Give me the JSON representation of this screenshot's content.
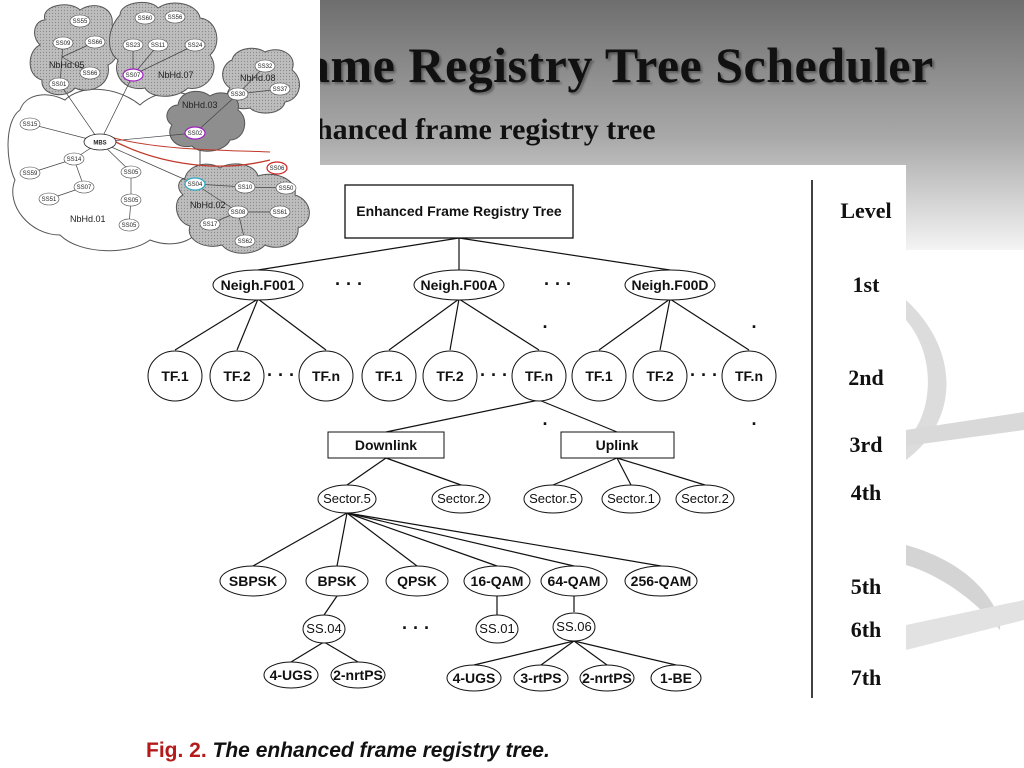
{
  "slide": {
    "title": "ame Registry Tree Scheduler",
    "subtitle": "hanced frame registry tree",
    "caption_fig": "Fig. 2.",
    "caption_text": "The enhanced frame registry tree."
  },
  "tree": {
    "root": "Enhanced Frame Registry Tree",
    "level_header": "Level",
    "levels": [
      "1st",
      "2nd",
      "3rd",
      "4th",
      "5th",
      "6th",
      "7th"
    ],
    "neighborhoods": [
      "Neigh.F001",
      "Neigh.F00A",
      "Neigh.F00D"
    ],
    "tf_nodes": [
      [
        "TF.1",
        "TF.2",
        "TF.n"
      ],
      [
        "TF.1",
        "TF.2",
        "TF.n"
      ],
      [
        "TF.1",
        "TF.2",
        "TF.n"
      ]
    ],
    "links": [
      "Downlink",
      "Uplink"
    ],
    "downlink_sectors": [
      "Sector.5",
      "Sector.2"
    ],
    "uplink_sectors": [
      "Sector.5",
      "Sector.1",
      "Sector.2"
    ],
    "modulations": [
      "SBPSK",
      "BPSK",
      "QPSK",
      "16-QAM",
      "64-QAM",
      "256-QAM"
    ],
    "subscriber_stations": [
      "SS.04",
      "SS.01",
      "SS.06"
    ],
    "ss04_services": [
      "4-UGS",
      "2-nrtPS"
    ],
    "ss06_services": [
      "4-UGS",
      "3-rtPS",
      "2-nrtPS",
      "1-BE"
    ],
    "ellipsis": "· · ·"
  },
  "network": {
    "base_station": "MBS",
    "neighborhoods": [
      "NbHd.05",
      "NbHd.07",
      "NbHd.08",
      "NbHd.03",
      "NbHd.02",
      "NbHd.01"
    ],
    "nbhd05_stations": [
      "SS55",
      "SS09",
      "SS66",
      "SS66",
      "SS01"
    ],
    "nbhd07_stations": [
      "SS60",
      "SS56",
      "SS23",
      "SS11",
      "SS24",
      "SS07"
    ],
    "nbhd08_stations": [
      "SS32",
      "SS30",
      "SS37"
    ],
    "nbhd03_stations": [
      "SS02"
    ],
    "nbhd02_stations": [
      "SS04",
      "SS10",
      "SS50",
      "SS08",
      "SS61",
      "SS17",
      "SS62",
      "SS06"
    ],
    "nbhd01_stations": [
      "SS15",
      "SS14",
      "SS59",
      "SS07",
      "SS51",
      "SS05",
      "SS05",
      "SS05"
    ],
    "colors": {
      "highlight_link": "#c0392b",
      "ss07_ring": "#a020c0",
      "ss04_ring": "#2aa8c8",
      "ss06_ring": "#d02020"
    }
  }
}
